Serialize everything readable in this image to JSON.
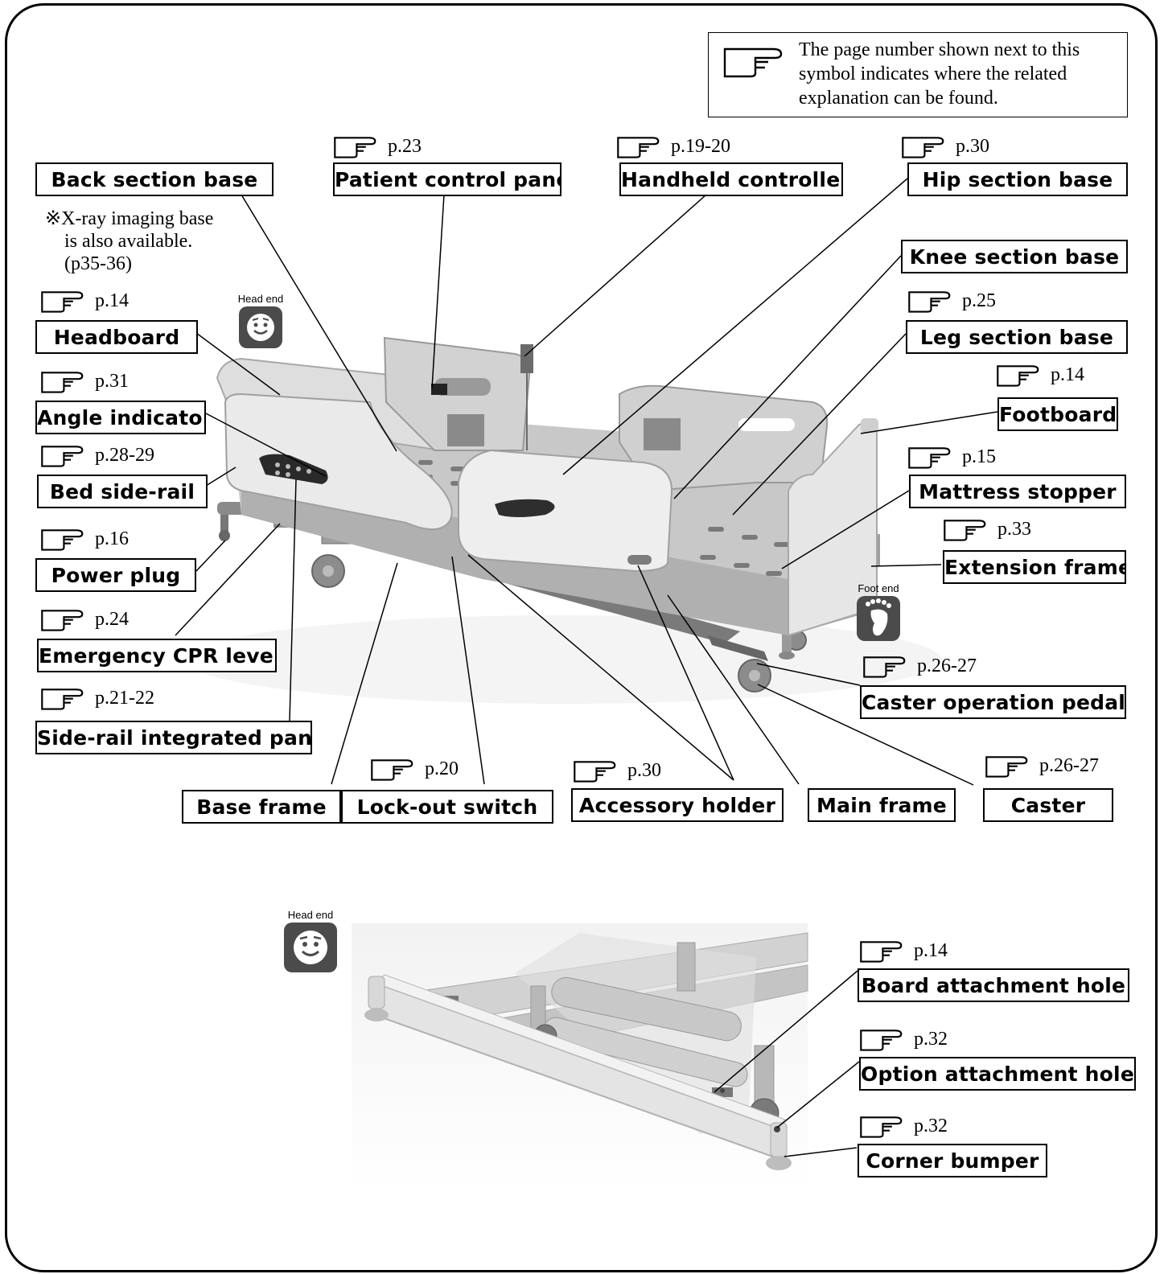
{
  "note": {
    "text": "The page number shown next to this symbol indicates where the related explanation can be found."
  },
  "xray_note": {
    "line1": "※X-ray imaging base",
    "line2": "is also available.",
    "line3": "(p35-36)"
  },
  "end_markers": {
    "head": "Head end",
    "foot": "Foot end",
    "detail_head": "Head end"
  },
  "icons": {
    "reference": "pointing-hand-icon",
    "head_end": "face-icon",
    "foot_end": "footprint-icon"
  },
  "colors": {
    "line": "#000000",
    "tile": "#4b4b4b"
  },
  "labels": {
    "back_section_base": "Back section base",
    "patient_control_panel": "Patient control panel",
    "handheld_controller": "Handheld controller",
    "hip_section_base": "Hip section base",
    "knee_section_base": "Knee section base",
    "leg_section_base": "Leg section base",
    "headboard": "Headboard",
    "angle_indicator": "Angle indicator",
    "bed_side_rail": "Bed side-rail",
    "power_plug": "Power plug",
    "emergency_cpr_lever": "Emergency CPR lever",
    "side_rail_integrated_panel": "Side-rail integrated panel",
    "footboard": "Footboard",
    "mattress_stopper": "Mattress stopper",
    "extension_frame": "Extension frame",
    "caster_operation_pedal": "Caster operation pedal",
    "caster": "Caster",
    "base_frame": "Base frame",
    "lock_out_switch": "Lock-out switch",
    "accessory_holder": "Accessory holder",
    "main_frame": "Main frame",
    "board_attachment_hole": "Board attachment hole",
    "option_attachment_hole": "Option attachment hole",
    "corner_bumper": "Corner bumper"
  },
  "refs": {
    "patient_control_panel": "p.23",
    "handheld_controller": "p.19-20",
    "hip_section_base": "p.30",
    "headboard": "p.14",
    "leg_section_base": "p.25",
    "angle_indicator": "p.31",
    "footboard": "p.14",
    "bed_side_rail": "p.28-29",
    "mattress_stopper": "p.15",
    "power_plug": "p.16",
    "extension_frame": "p.33",
    "emergency_cpr_lever": "p.24",
    "caster_operation_pedal": "p.26-27",
    "side_rail_integrated_panel": "p.21-22",
    "lock_out_switch": "p.20",
    "accessory_holder": "p.30",
    "caster": "p.26-27",
    "board_attachment_hole": "p.14",
    "option_attachment_hole": "p.32",
    "corner_bumper": "p.32"
  }
}
